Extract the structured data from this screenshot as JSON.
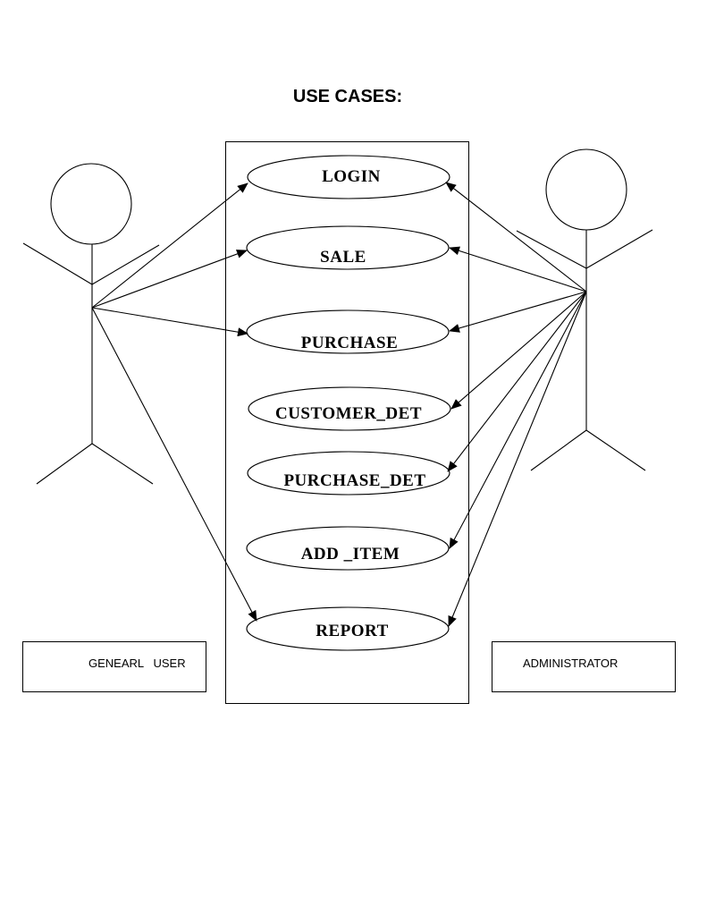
{
  "title": "USE CASES:",
  "use_cases": [
    {
      "id": "login",
      "label": "LOGIN"
    },
    {
      "id": "sale",
      "label": "SALE"
    },
    {
      "id": "purchase",
      "label": "PURCHASE"
    },
    {
      "id": "customer-det",
      "label": "CUSTOMER_DET"
    },
    {
      "id": "purchase-det",
      "label": "PURCHASE_DET"
    },
    {
      "id": "add-item",
      "label": "ADD _ITEM"
    },
    {
      "id": "report",
      "label": "REPORT"
    }
  ],
  "actors": [
    {
      "id": "general-user",
      "label": "GENEARL   USER",
      "associations": [
        "login",
        "sale",
        "purchase",
        "report"
      ]
    },
    {
      "id": "administrator",
      "label": "ADMINISTRATOR",
      "associations": [
        "login",
        "sale",
        "purchase",
        "customer-det",
        "purchase-det",
        "add-item",
        "report"
      ]
    }
  ],
  "colors": {
    "line": "#000000",
    "background": "#ffffff"
  }
}
